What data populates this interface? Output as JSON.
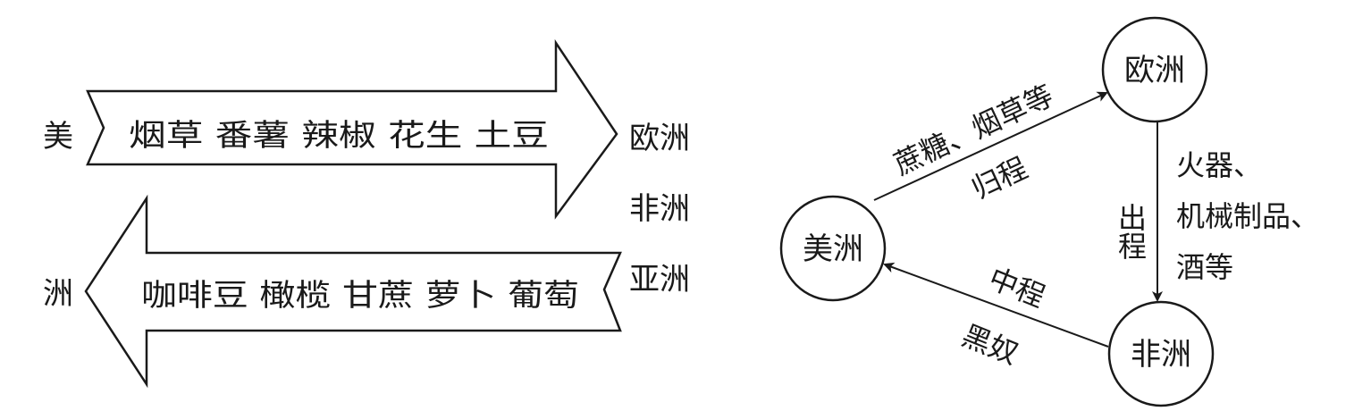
{
  "left": {
    "top_arrow": {
      "origin_label": "美",
      "items_label": "烟草 番薯 辣椒 花生 土豆"
    },
    "bottom_arrow": {
      "origin_label": "洲",
      "items_label": "咖啡豆 橄榄 甘蔗 萝卜 葡萄"
    },
    "destinations": {
      "europe": "欧洲",
      "africa": "非洲",
      "asia": "亚洲"
    }
  },
  "right": {
    "nodes": {
      "europe": "欧洲",
      "america": "美洲",
      "africa": "非洲"
    },
    "routes": {
      "outbound": {
        "label": "出程",
        "goods": [
          "火器、",
          "机械制品、",
          "酒等"
        ]
      },
      "middle": {
        "label": "中程",
        "goods": "黑奴"
      },
      "return": {
        "label": "归程",
        "goods": "蔗糖、烟草等"
      }
    }
  },
  "colors": {
    "ink": "#1a1a1a",
    "background": "#ffffff"
  }
}
